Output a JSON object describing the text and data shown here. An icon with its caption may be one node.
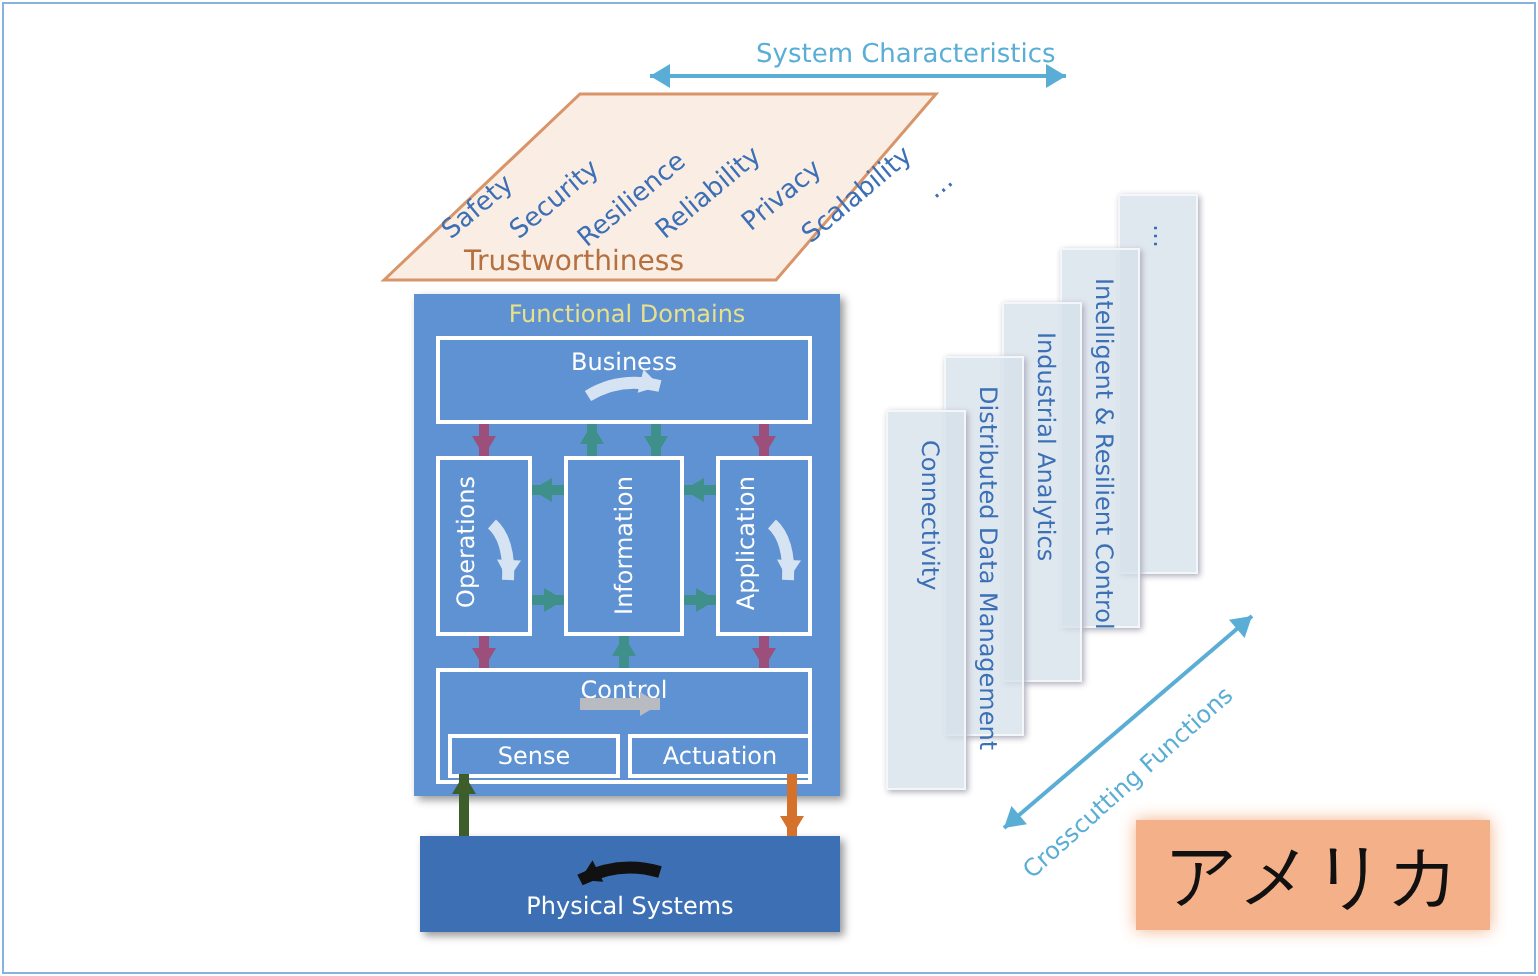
{
  "diagram": {
    "nodes": [
      {
        "text": [
          "Trustworthiness"
        ]
      },
      {
        "text": [
          "Functional Domains"
        ]
      },
      {
        "text": [
          "Business"
        ],
        "in": 1
      },
      {
        "text": [
          "Operations"
        ],
        "in": 1
      },
      {
        "text": [
          "Information"
        ],
        "in": 1
      },
      {
        "text": [
          "Application"
        ],
        "in": 1
      },
      {
        "text": [
          "Control"
        ],
        "in": 1
      },
      {
        "text": [
          "Sense"
        ],
        "in": 6
      },
      {
        "text": [
          "Actuation"
        ],
        "in": 6
      },
      {
        "text": [
          "Physical Systems"
        ]
      },
      {
        "text": [
          "Connectivity"
        ]
      },
      {
        "text": [
          "Distributed Data Management"
        ]
      },
      {
        "text": [
          "Industrial Analytics"
        ]
      },
      {
        "text": [
          "Intelligent & Resilient Control"
        ]
      },
      {
        "text": [
          "…"
        ]
      },
      {
        "text": [
          "アメリカ"
        ]
      }
    ],
    "edges": [
      {
        "from": 2,
        "to": 3,
        "arrow": "to",
        "color": "#9b4f7a"
      },
      {
        "from": 2,
        "to": 5,
        "arrow": "to",
        "color": "#9b4f7a"
      },
      {
        "from": 4,
        "to": 2,
        "arrow": "to"
      },
      {
        "from": 2,
        "to": 4,
        "arrow": "to"
      },
      {
        "from": 4,
        "to": 3,
        "arrow": "to"
      },
      {
        "from": 5,
        "to": 4,
        "arrow": "to"
      },
      {
        "from": 3,
        "to": 4,
        "arrow": "to"
      },
      {
        "from": 4,
        "to": 5,
        "arrow": "to"
      },
      {
        "from": 3,
        "to": 6,
        "arrow": "to",
        "color": "#9b4f7a"
      },
      {
        "from": 6,
        "to": 4,
        "arrow": "to"
      },
      {
        "from": 5,
        "to": 6,
        "arrow": "to",
        "color": "#9b4f7a"
      },
      {
        "from": 9,
        "to": 7,
        "arrow": "to",
        "color": "#3d5e2a"
      },
      {
        "from": 8,
        "to": 9,
        "arrow": "to",
        "color": "#d4712a"
      }
    ],
    "labels": [
      "System Characteristics",
      "Safety",
      "Security",
      "Resilience",
      "Reliability",
      "Privacy",
      "Scalability",
      "…",
      "Crosscutting Functions"
    ]
  }
}
